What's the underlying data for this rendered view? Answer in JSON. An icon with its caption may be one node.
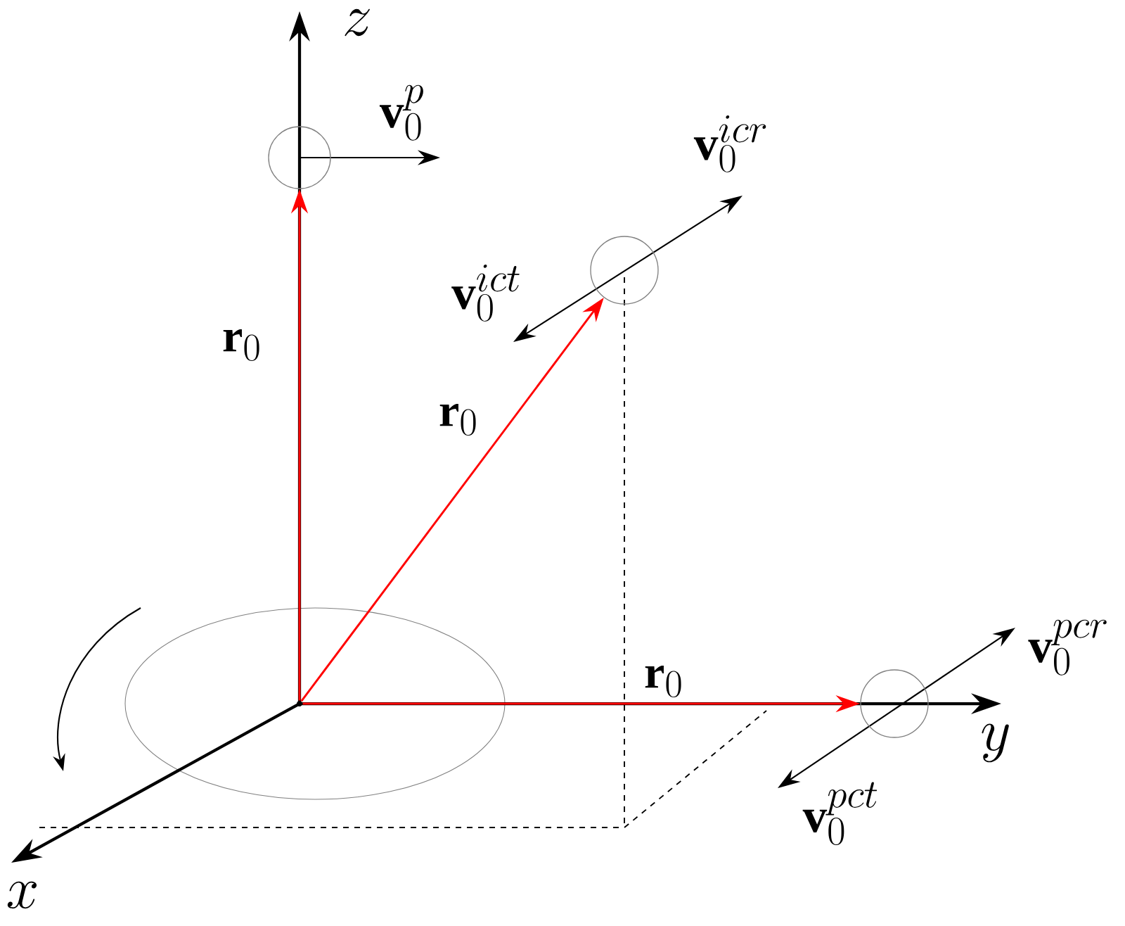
{
  "diagram": {
    "nodes": [
      {
        "text": [],
        "shape": "circle"
      },
      {
        "text": [],
        "shape": "circle"
      },
      {
        "text": [],
        "shape": "circle"
      },
      {
        "text": [],
        "shape": "point"
      }
    ],
    "edges": [
      {
        "from": 3,
        "to": 0,
        "arrow": "to",
        "label": "\\mathbf{r}_0"
      },
      {
        "from": 3,
        "to": 1,
        "arrow": "to",
        "label": "\\mathbf{r}_0"
      },
      {
        "from": 3,
        "to": 2,
        "arrow": "to",
        "label": "\\mathbf{r}_0"
      }
    ],
    "labels": [
      "z",
      "\\mathbf{v}_0^{p}",
      "\\mathbf{v}_0^{icr}",
      "\\mathbf{v}_0^{ict}",
      "\\mathbf{v}_0^{pcr}",
      "y",
      "\\mathbf{v}_0^{pct}",
      "x"
    ]
  }
}
